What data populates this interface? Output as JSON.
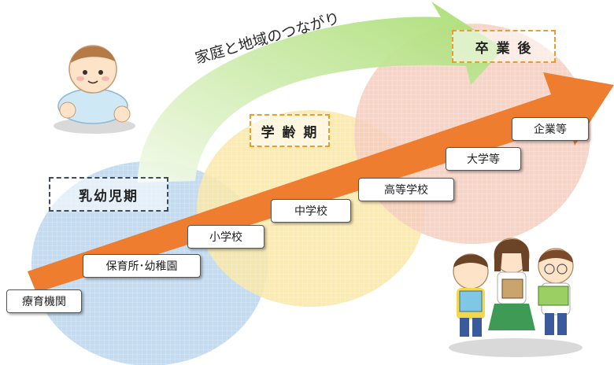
{
  "stages": {
    "infant": "乳幼児期",
    "school": "学 齢 期",
    "after": "卒 業 後"
  },
  "arc_label": "家庭と地域のつながり",
  "steps": [
    "療育機関",
    "保育所･幼稚園",
    "小学校",
    "中学校",
    "高等学校",
    "大学等",
    "企業等"
  ],
  "colors": {
    "arrow": "#ef7d30",
    "arc": "#a7dc6e",
    "circle_blue": "#bcd8ef",
    "circle_yellow": "#fbe7a3",
    "circle_pink": "#f7cdbd",
    "box_border_infant": "#3d4b61",
    "box_border_other": "#f09a2a"
  }
}
